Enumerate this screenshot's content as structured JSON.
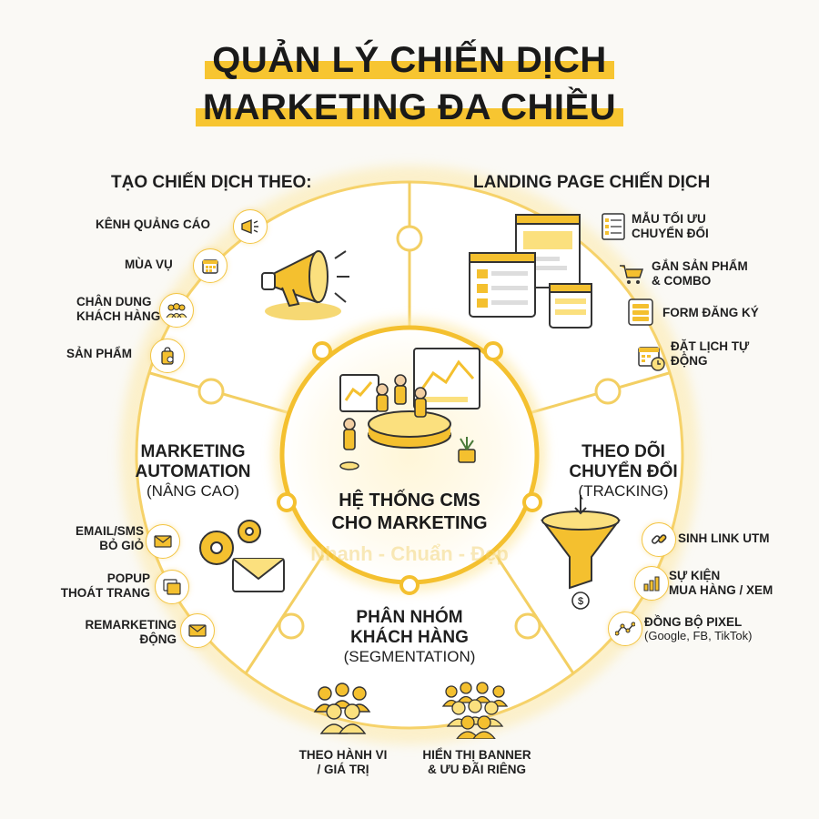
{
  "title": {
    "line1": "QUẢN LÝ CHIẾN DỊCH",
    "line2": "MARKETING ĐA CHIỀU"
  },
  "center": {
    "line1": "HỆ THỐNG CMS",
    "line2": "CHO MARKETING"
  },
  "watermark": "Nhanh - Chuẩn - Đẹp",
  "sections": {
    "campaign": {
      "heading": "TẠO CHIẾN DỊCH THEO:",
      "items": [
        {
          "label": "KÊNH QUẢNG CÁO",
          "icon": "megaphone-icon"
        },
        {
          "label": "MÙA VỤ",
          "icon": "calendar-icon"
        },
        {
          "label1": "CHÂN DUNG",
          "label2": "KHÁCH HÀNG",
          "icon": "people-icon"
        },
        {
          "label": "SẢN PHẨM",
          "icon": "product-bag-icon"
        }
      ]
    },
    "landing": {
      "heading": "LANDING PAGE CHIẾN DỊCH",
      "items": [
        {
          "label1": "MẪU TỐI ƯU",
          "label2": "CHUYỂN ĐỔI",
          "icon": "document-list-icon"
        },
        {
          "label1": "GẮN SẢN PHẨM",
          "label2": "& COMBO",
          "icon": "cart-icon"
        },
        {
          "label": "FORM ĐĂNG KÝ",
          "icon": "form-icon"
        },
        {
          "label1": "ĐẶT LỊCH TỰ",
          "label2": "ĐỘNG",
          "icon": "calendar-clock-icon"
        }
      ]
    },
    "automation": {
      "heading1": "MARKETING",
      "heading2": "AUTOMATION",
      "sub": "(NÂNG CAO)",
      "items": [
        {
          "label1": "EMAIL/SMS",
          "label2": "BỎ GIỎ",
          "icon": "envelope-icon"
        },
        {
          "label1": "POPUP",
          "label2": "THOÁT TRANG",
          "icon": "popup-icon"
        },
        {
          "label1": "REMARKETING",
          "label2": "ĐỘNG",
          "icon": "envelope-icon"
        }
      ]
    },
    "tracking": {
      "heading1": "THEO DÕI",
      "heading2": "CHUYỂN ĐỔI",
      "sub": "(TRACKING)",
      "items": [
        {
          "label": "SINH LINK UTM",
          "icon": "link-icon"
        },
        {
          "label1": "SỰ KIỆN",
          "label2": "MUA HÀNG / XEM",
          "icon": "bar-chart-icon"
        },
        {
          "label1": "ĐỒNG BỘ PIXEL",
          "label2": "(Google, FB, TikTok)",
          "icon": "pixel-nodes-icon"
        }
      ]
    },
    "segmentation": {
      "heading1": "PHÂN NHÓM",
      "heading2": "KHÁCH HÀNG",
      "sub": "(SEGMENTATION)",
      "items": [
        {
          "label1": "THEO HÀNH VI",
          "label2": "/ GIÁ TRỊ",
          "icon": "group-icon"
        },
        {
          "label1": "HIỂN THỊ BANNER",
          "label2": "& ƯU ĐÃI RIÊNG",
          "icon": "crowd-icon"
        }
      ]
    }
  },
  "colors": {
    "accent": "#f4c02f",
    "accent_light": "#fbe7a6",
    "text": "#1f1f1f",
    "background": "#faf9f5"
  }
}
